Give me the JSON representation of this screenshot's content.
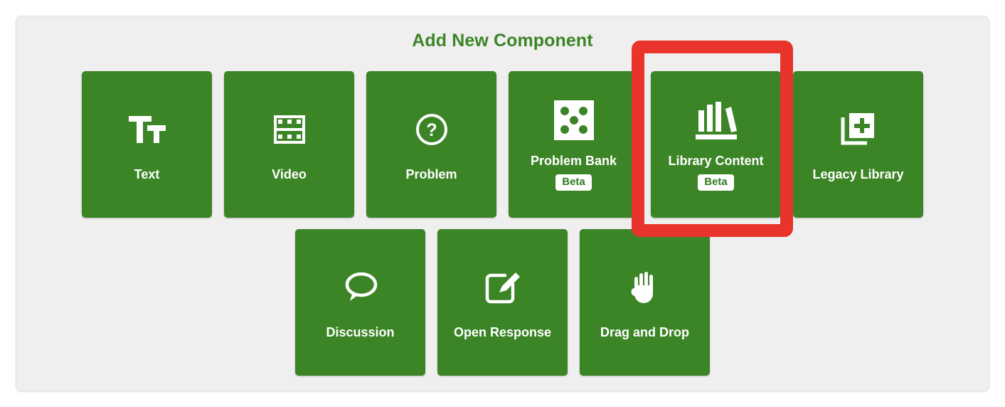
{
  "panel": {
    "title": "Add New Component",
    "title_color": "#3c8527",
    "background_color": "#efefef"
  },
  "theme": {
    "tile_green": "#3c8527",
    "badge_text_green": "#2f7d1f",
    "highlight_red": "#e8342a",
    "tile_label_color": "#ffffff"
  },
  "rows": [
    {
      "name": "primary-component-row",
      "tiles": [
        {
          "label": "Text",
          "icon": "text-size-icon",
          "badge": null
        },
        {
          "label": "Video",
          "icon": "film-strip-icon",
          "badge": null
        },
        {
          "label": "Problem",
          "icon": "question-circle-icon",
          "badge": null
        },
        {
          "label": "Problem Bank",
          "icon": "dice-five-icon",
          "badge": "Beta"
        },
        {
          "label": "Library Content",
          "icon": "bookshelf-icon",
          "badge": "Beta"
        },
        {
          "label": "Legacy Library",
          "icon": "duplicate-plus-icon",
          "badge": null
        }
      ]
    },
    {
      "name": "advanced-component-row",
      "tiles": [
        {
          "label": "Discussion",
          "icon": "speech-bubble-icon",
          "badge": null
        },
        {
          "label": "Open Response",
          "icon": "pencil-square-icon",
          "badge": null
        },
        {
          "label": "Drag and Drop",
          "icon": "hand-icon",
          "badge": null
        }
      ]
    }
  ],
  "annotation": {
    "name": "highlight-library-content",
    "target_label": "Library Content",
    "color": "#e8342a"
  }
}
